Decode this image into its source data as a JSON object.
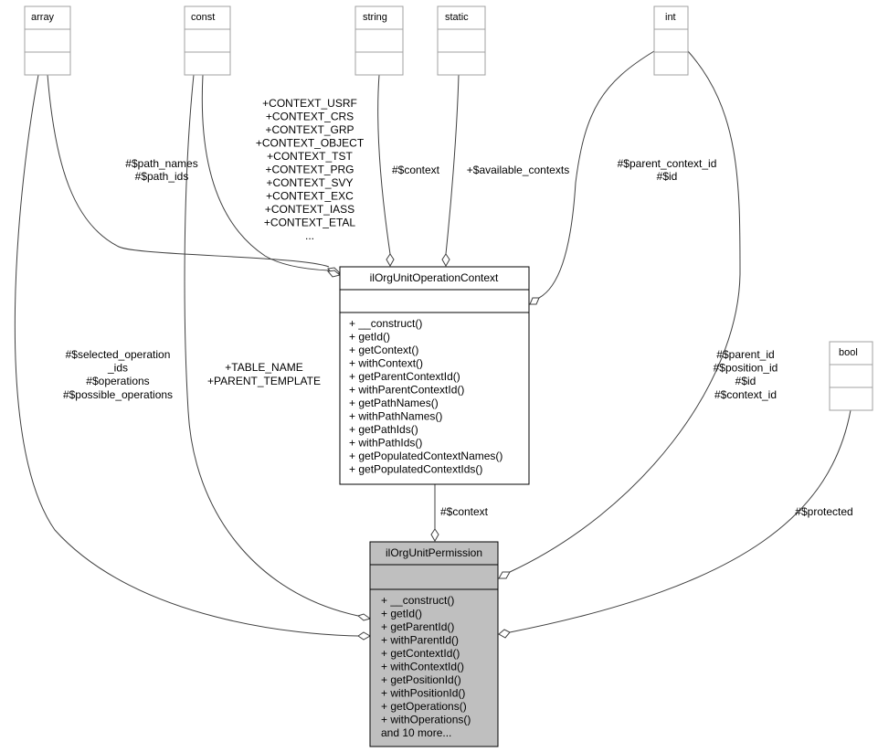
{
  "types": {
    "array": "array",
    "const": "const",
    "string": "string",
    "static": "static",
    "int": "int",
    "bool": "bool"
  },
  "context_class": {
    "name": "ilOrgUnitOperationContext",
    "methods": [
      "+ __construct()",
      "+ getId()",
      "+ getContext()",
      "+ withContext()",
      "+ getParentContextId()",
      "+ withParentContextId()",
      "+ getPathNames()",
      "+ withPathNames()",
      "+ getPathIds()",
      "+ withPathIds()",
      "+ getPopulatedContextNames()",
      "+ getPopulatedContextIds()"
    ]
  },
  "permission_class": {
    "name": "ilOrgUnitPermission",
    "methods": [
      "+ __construct()",
      "+ getId()",
      "+ getParentId()",
      "+ withParentId()",
      "+ getContextId()",
      "+ withContextId()",
      "+ getPositionId()",
      "+ withPositionId()",
      "+ getOperations()",
      "+ withOperations()",
      "and 10 more..."
    ]
  },
  "edge_labels": {
    "array_to_context": [
      "#$path_names",
      "#$path_ids"
    ],
    "const_to_context": [
      "+CONTEXT_USRF",
      "+CONTEXT_CRS",
      "+CONTEXT_GRP",
      "+CONTEXT_OBJECT",
      "+CONTEXT_TST",
      "+CONTEXT_PRG",
      "+CONTEXT_SVY",
      "+CONTEXT_EXC",
      "+CONTEXT_IASS",
      "+CONTEXT_ETAL",
      "..."
    ],
    "string_to_context": [
      "#$context"
    ],
    "static_to_context": [
      "+$available_contexts"
    ],
    "int_to_context": [
      "#$parent_context_id",
      "#$id"
    ],
    "array_to_permission": [
      "#$selected_operation",
      "_ids",
      "#$operations",
      "#$possible_operations"
    ],
    "const_to_permission": [
      "+TABLE_NAME",
      "+PARENT_TEMPLATE"
    ],
    "context_to_permission": [
      "#$context"
    ],
    "int_to_permission": [
      "#$parent_id",
      "#$position_id",
      "#$id",
      "#$context_id"
    ],
    "bool_to_permission": [
      "#$protected"
    ]
  }
}
